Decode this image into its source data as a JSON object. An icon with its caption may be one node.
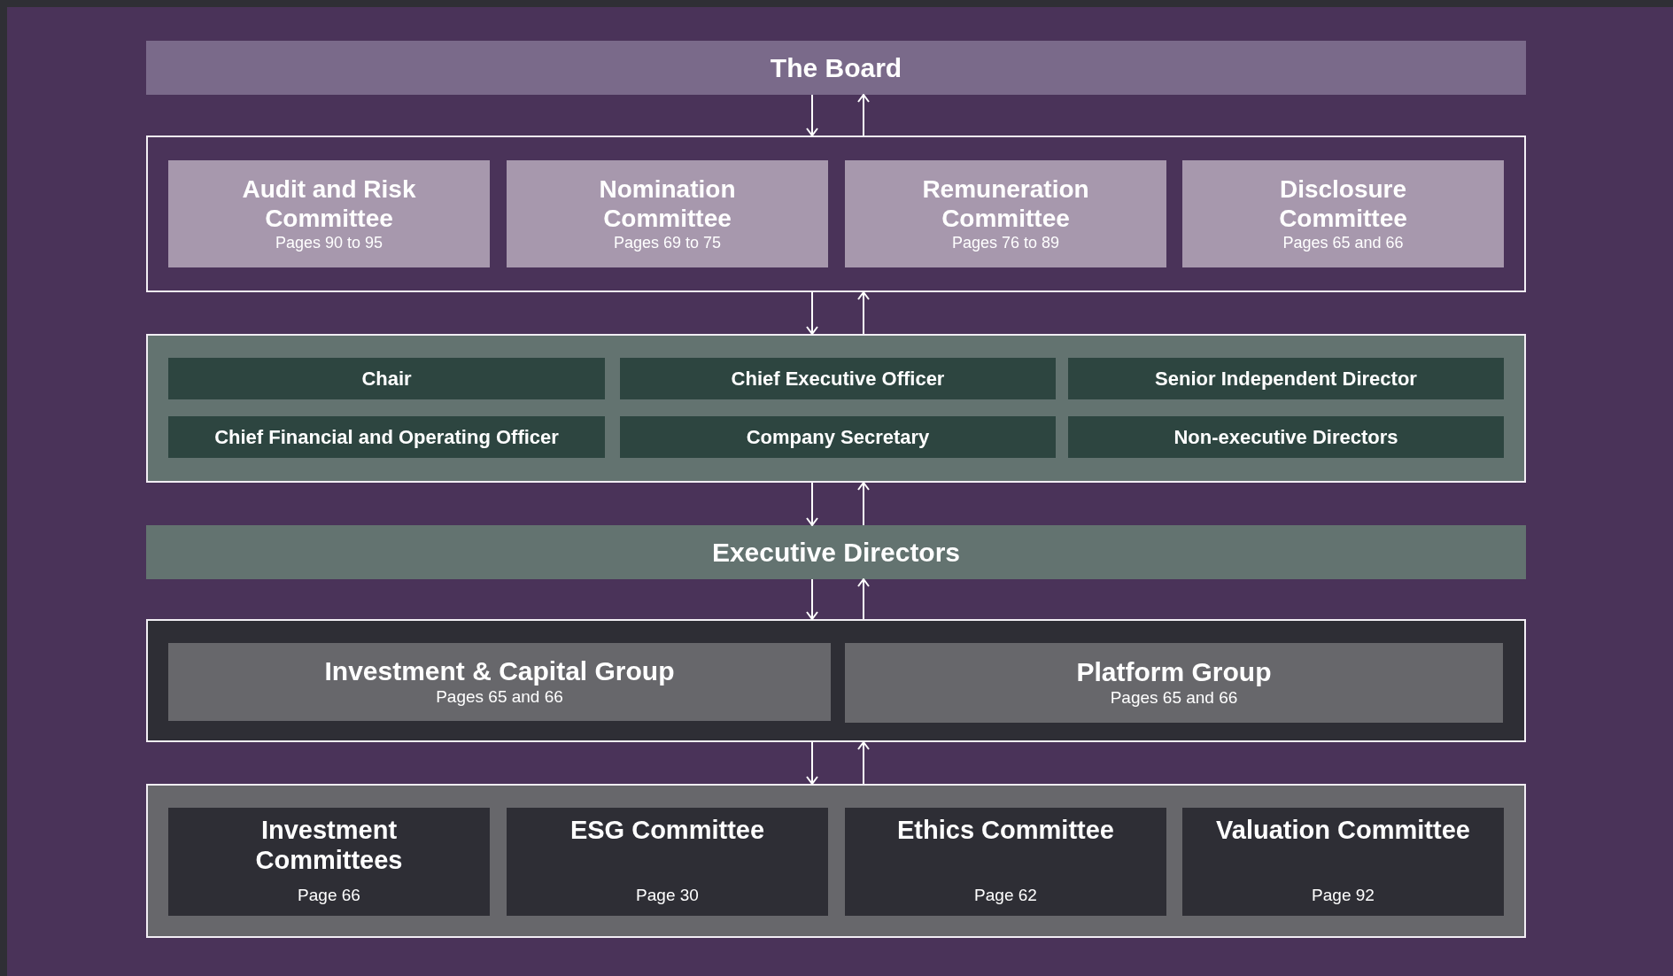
{
  "diagram": {
    "nodes": [
      {
        "text": [
          "The Board"
        ]
      },
      {
        "text": [],
        "shape": "box"
      },
      {
        "text": [
          "Audit and Risk Committee",
          "Pages 90 to 95"
        ],
        "in": 1
      },
      {
        "text": [
          "Nomination Committee",
          "Pages 69 to 75"
        ],
        "in": 1
      },
      {
        "text": [
          "Remuneration Committee",
          "Pages 76 to 89"
        ],
        "in": 1
      },
      {
        "text": [
          "Disclosure Committee",
          "Pages 65 and 66"
        ],
        "in": 1
      },
      {
        "text": [],
        "shape": "box"
      },
      {
        "text": [
          "Chair"
        ],
        "in": 6
      },
      {
        "text": [
          "Chief Executive Officer"
        ],
        "in": 6
      },
      {
        "text": [
          "Senior Independent Director"
        ],
        "in": 6
      },
      {
        "text": [
          "Chief Financial and Operating Officer"
        ],
        "in": 6
      },
      {
        "text": [
          "Company Secretary"
        ],
        "in": 6
      },
      {
        "text": [
          "Non-executive Directors"
        ],
        "in": 6
      },
      {
        "text": [
          "Executive Directors"
        ]
      },
      {
        "text": [],
        "shape": "box"
      },
      {
        "text": [
          "Investment & Capital Group",
          "Pages 65 and 66"
        ],
        "in": 14
      },
      {
        "text": [
          "Platform Group",
          "Pages 65 and 66"
        ],
        "in": 14
      },
      {
        "text": [],
        "shape": "box"
      },
      {
        "text": [
          "Investment Committees",
          "Page 66"
        ],
        "in": 17
      },
      {
        "text": [
          "ESG Committee",
          "Page 30"
        ],
        "in": 17
      },
      {
        "text": [
          "Ethics Committee",
          "Page 62"
        ],
        "in": 17
      },
      {
        "text": [
          "Valuation Committee",
          "Page 92"
        ],
        "in": 17
      }
    ],
    "edges": [
      {
        "from": 0,
        "to": 1,
        "arrow": "to"
      },
      {
        "from": 1,
        "to": 0,
        "arrow": "to"
      },
      {
        "from": 1,
        "to": 6,
        "arrow": "to"
      },
      {
        "from": 6,
        "to": 1,
        "arrow": "to"
      },
      {
        "from": 6,
        "to": 13,
        "arrow": "to"
      },
      {
        "from": 13,
        "to": 6,
        "arrow": "to"
      },
      {
        "from": 13,
        "to": 14,
        "arrow": "to"
      },
      {
        "from": 14,
        "to": 13,
        "arrow": "to"
      },
      {
        "from": 14,
        "to": 17,
        "arrow": "to"
      },
      {
        "from": 17,
        "to": 14,
        "arrow": "to"
      }
    ]
  }
}
